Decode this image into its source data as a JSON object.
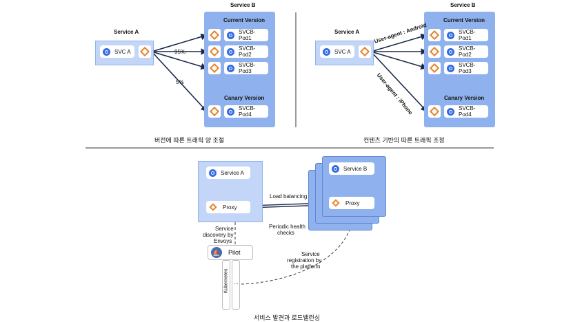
{
  "left_diagram": {
    "service_a_title": "Service A",
    "svc_a_label": "SVC A",
    "service_b_title": "Service B",
    "current_version": "Current Version",
    "canary_version": "Canary Version",
    "pods": [
      "SVCB-Pod1",
      "SVCB-Pod2",
      "SVCB-Pod3",
      "SVCB-Pod4"
    ],
    "weight_current": "95%",
    "weight_canary": "5%",
    "caption": "버전에 따른 트래픽 양 조절"
  },
  "right_diagram": {
    "service_a_title": "Service A",
    "svc_a_label": "SVC A",
    "service_b_title": "Service B",
    "current_version": "Current Version",
    "canary_version": "Canary Version",
    "pods": [
      "SVCB-Pod1",
      "SVCB-Pod2",
      "SVCB-Pod3",
      "SVCB-Pod4"
    ],
    "ua_android": "User-agent : Android",
    "ua_iphone": "User-agent : iPhone",
    "caption": "컨텐츠 기반의 따른 트래픽 조정"
  },
  "bottom_diagram": {
    "service_a": "Service A",
    "proxy_a": "Proxy",
    "service_b": "Service B",
    "proxy_b": "Proxy",
    "load_balancing": "Load balancing",
    "health_checks_1": "Periodic health",
    "health_checks_2": "checks",
    "discovery_1": "Service",
    "discovery_2": "discovery by",
    "discovery_3": "Envoys",
    "pilot": "Pilot",
    "registration_1": "Service",
    "registration_2": "registration by",
    "registration_3": "the platform",
    "kubernetes": "Kubernetes",
    "ellipsis": "...",
    "caption": "서비스 발견과 로드밸런싱"
  },
  "colors": {
    "panel": "#8fb2ee",
    "panel_light": "#c3d6f8",
    "envoy_orange": "#e8832a",
    "k8s_blue": "#326ce5",
    "arrow": "#1b2a4a"
  }
}
